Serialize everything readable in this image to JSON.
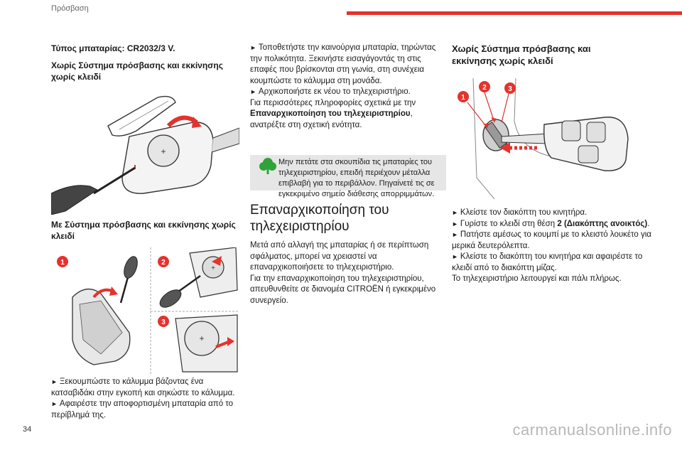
{
  "header": {
    "title": "Πρόσβαση",
    "accent_color": "#e8302a"
  },
  "footer": {
    "page_number": "34",
    "watermark": "carmanualsonline.info"
  },
  "col1": {
    "battery_type": "Τύπος μπαταρίας: CR2032/3 V.",
    "heading_keyless": "Χωρίς Σύστημα πρόσβασης και εκκίνησης χωρίς κλειδί",
    "heading_with_system": "Με Σύστημα πρόσβασης και εκκίνησης χωρίς κλειδί",
    "figure2_labels": [
      "1",
      "2",
      "3"
    ],
    "steps": [
      "Ξεκουμπώστε το κάλυμμα βάζοντας ένα κατσαβιδάκι στην εγκοπή και σηκώστε το κάλυμμα.",
      "Αφαιρέστε την αποφορτισμένη μπαταρία από το περίβλημά της."
    ]
  },
  "col2": {
    "steps": [
      "Τοποθετήστε την καινούργια μπαταρία, τηρώντας την πολικότητα. Ξεκινήστε εισαγάγοντάς τη στις επαφές που βρίσκονται στη γωνία, στη συνέχεια κουμπώστε το κάλυμμα στη μονάδα.",
      "Αρχικοποιήστε εκ νέου το τηλεχειριστήριο."
    ],
    "more_info_prefix": "Για περισσότερες πληροφορίες σχετικά με την",
    "more_info_bold": "Επαναρχικοποίηση του τηλεχειριστηρίου",
    "more_info_suffix": ", ανατρέξτε στη σχετική ενότητα.",
    "tip_text": "Μην πετάτε στα σκουπίδια τις μπαταρίες του τηλεχειριστηρίου, επειδή περιέχουν μέταλλα επιβλαβή για το περιβάλλον. Πηγαίνετέ τις σε εγκεκριμένο σημείο διάθεσης απορριμμάτων.",
    "section_title": "Επαναρχικοποίηση του τηλεχειριστηρίου",
    "section_para1": "Μετά από αλλαγή της μπαταρίας ή σε περίπτωση σφάλματος, μπορεί να χρειαστεί να επαναρχικοποιήσετε το τηλεχειριστήριο.",
    "section_para2": "Για την επαναρχικοποίηση του τηλεχειριστηρίου, απευθυνθείτε σε διανομέα CITROËN ή εγκεκριμένο συνεργείο."
  },
  "col3": {
    "heading": "Χωρίς Σύστημα πρόσβασης και εκκίνησης χωρίς κλειδί",
    "figure_labels": [
      "1",
      "2",
      "3"
    ],
    "steps": [
      {
        "text": "Κλείστε τον διακόπτη του κινητήρα."
      },
      {
        "text_before": "Γυρίστε το κλειδί στη θέση ",
        "bold": "2 (Διακόπτης ανοικτός)",
        "text_after": "."
      },
      {
        "text": "Πατήστε αμέσως το κουμπί με το κλειστό λουκέτο για μερικά δευτερόλεπτα."
      },
      {
        "text": "Κλείστε το διακόπτη του κινητήρα και αφαιρέστε το κλειδί από το διακόπτη μίζας."
      }
    ],
    "closing": "Το τηλεχειριστήριο λειτουργεί και πάλι πλήρως."
  }
}
